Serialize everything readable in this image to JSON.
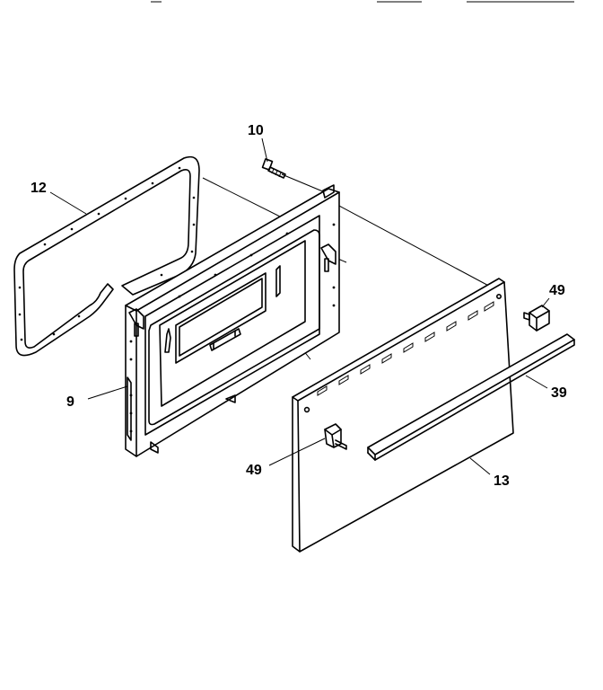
{
  "callouts": {
    "gasket": "12",
    "screw": "10",
    "inner_door": "9",
    "bracket_top": "49",
    "bracket_bottom": "49",
    "trim": "39",
    "outer_panel": "13"
  }
}
